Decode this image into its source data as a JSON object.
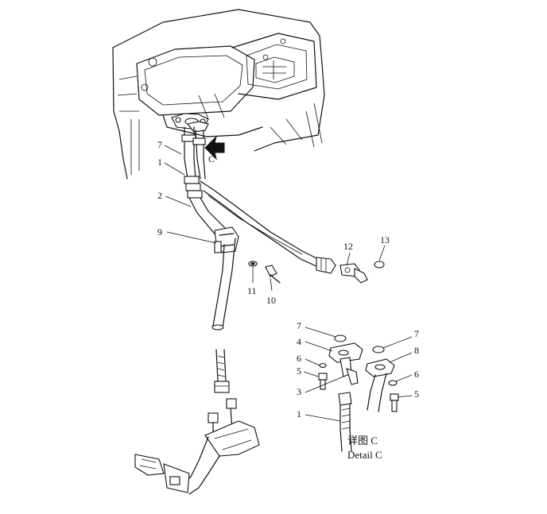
{
  "callouts": {
    "main": [
      "7",
      "1",
      "2",
      "9",
      "11",
      "10",
      "12",
      "13"
    ],
    "view_arrow": "C",
    "detail_left": [
      "7",
      "4",
      "6",
      "5",
      "3",
      "1"
    ],
    "detail_right": [
      "7",
      "8",
      "6",
      "5"
    ]
  },
  "detail_caption": {
    "chinese": "详图 C",
    "english": "Detail C"
  }
}
